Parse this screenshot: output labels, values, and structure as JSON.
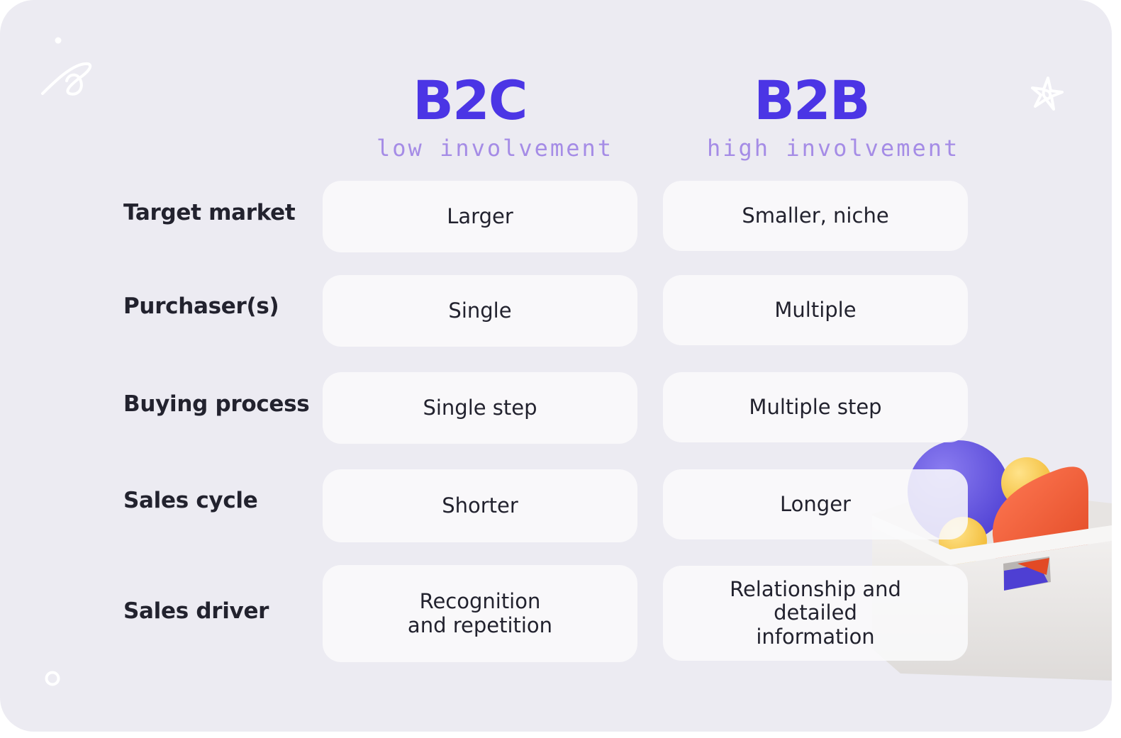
{
  "columns": [
    {
      "title": "B2C",
      "subtitle": "low involvement"
    },
    {
      "title": "B2B",
      "subtitle": "high involvement"
    }
  ],
  "rows": [
    {
      "label": "Target market",
      "b2c": "Larger",
      "b2b": "Smaller, niche"
    },
    {
      "label": "Purchaser(s)",
      "b2c": "Single",
      "b2b": "Multiple"
    },
    {
      "label": "Buying process",
      "b2c": "Single step",
      "b2b": "Multiple step"
    },
    {
      "label": "Sales cycle",
      "b2c": "Shorter",
      "b2b": "Longer"
    },
    {
      "label": "Sales driver",
      "b2c": "Recognition\nand repetition",
      "b2b": "Relationship and\ndetailed\ninformation"
    }
  ],
  "colors": {
    "background": "#ecebf2",
    "title": "#4b35e5",
    "subtitle": "#a58ce6",
    "text": "#22222e"
  },
  "icons": [
    "swirl-doodle-icon",
    "star-doodle-icon",
    "dot-doodle-icon",
    "circle-doodle-icon",
    "toy-basket-illustration"
  ]
}
